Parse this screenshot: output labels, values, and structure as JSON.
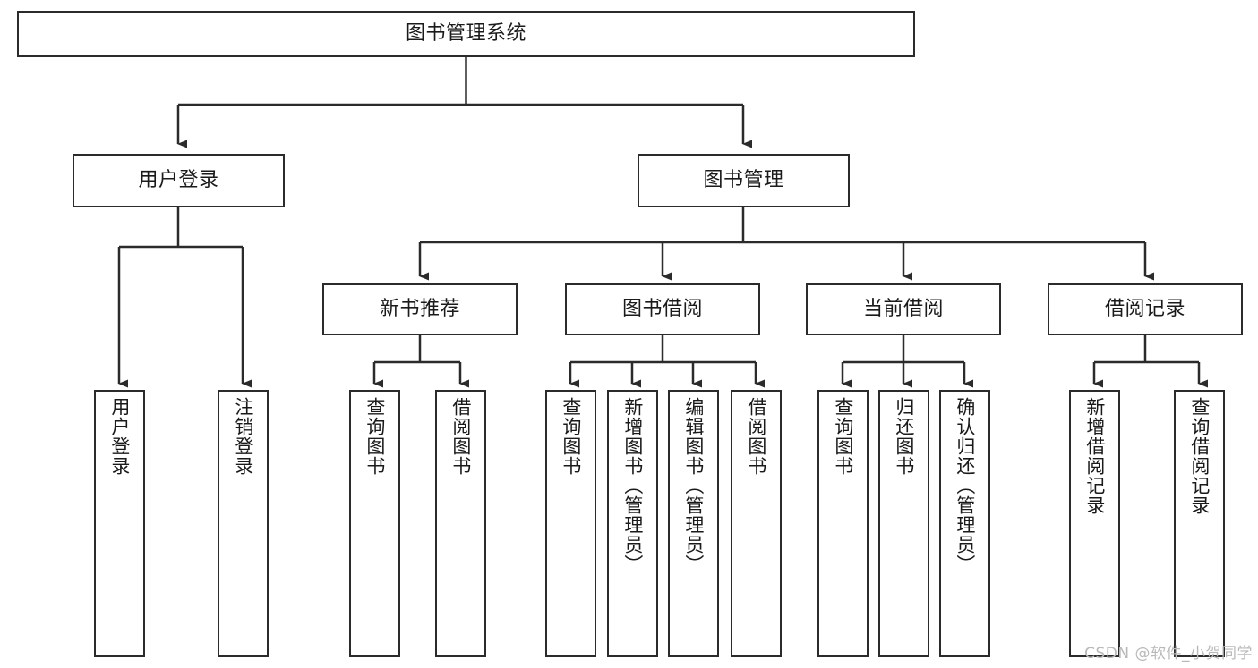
{
  "diagram": {
    "type": "tree",
    "title": "图书管理系统",
    "watermark": "CSDN @软件_小贺同学",
    "colors": {
      "stroke": "#2b2b2b",
      "text": "#1a1a1a",
      "background": "#ffffff",
      "watermark": "#b9b9b9"
    },
    "nodes": {
      "root": {
        "label": "图书管理系统",
        "level": 0,
        "orientation": "horizontal"
      },
      "l1": [
        {
          "id": "user-login",
          "label": "用户登录",
          "orientation": "horizontal"
        },
        {
          "id": "book-manage",
          "label": "图书管理",
          "orientation": "horizontal"
        }
      ],
      "l2": [
        {
          "id": "new-book-recommend",
          "label": "新书推荐",
          "orientation": "horizontal",
          "parent": "book-manage"
        },
        {
          "id": "book-borrow",
          "label": "图书借阅",
          "orientation": "horizontal",
          "parent": "book-manage"
        },
        {
          "id": "current-borrow",
          "label": "当前借阅",
          "orientation": "horizontal",
          "parent": "book-manage"
        },
        {
          "id": "borrow-record",
          "label": "借阅记录",
          "orientation": "horizontal",
          "parent": "book-manage"
        }
      ],
      "leaves": [
        {
          "id": "leaf-user-login",
          "label": "用户登录",
          "parent": "user-login",
          "orientation": "vertical"
        },
        {
          "id": "leaf-logout-login",
          "label": "注销登录",
          "parent": "user-login",
          "orientation": "vertical"
        },
        {
          "id": "leaf-query-book-1",
          "label": "查询图书",
          "parent": "new-book-recommend",
          "orientation": "vertical"
        },
        {
          "id": "leaf-borrow-book-1",
          "label": "借阅图书",
          "parent": "new-book-recommend",
          "orientation": "vertical"
        },
        {
          "id": "leaf-query-book-2",
          "label": "查询图书",
          "parent": "book-borrow",
          "orientation": "vertical"
        },
        {
          "id": "leaf-add-book",
          "label": "新增图书（管理员）",
          "parent": "book-borrow",
          "orientation": "vertical"
        },
        {
          "id": "leaf-edit-book",
          "label": "编辑图书（管理员）",
          "parent": "book-borrow",
          "orientation": "vertical"
        },
        {
          "id": "leaf-borrow-book-2",
          "label": "借阅图书",
          "parent": "book-borrow",
          "orientation": "vertical"
        },
        {
          "id": "leaf-query-book-3",
          "label": "查询图书",
          "parent": "current-borrow",
          "orientation": "vertical"
        },
        {
          "id": "leaf-return-book",
          "label": "归还图书",
          "parent": "current-borrow",
          "orientation": "vertical"
        },
        {
          "id": "leaf-confirm-return",
          "label": "确认归还（管理员）",
          "parent": "current-borrow",
          "orientation": "vertical"
        },
        {
          "id": "leaf-add-record",
          "label": "新增借阅记录",
          "parent": "borrow-record",
          "orientation": "vertical"
        },
        {
          "id": "leaf-query-record",
          "label": "查询借阅记录",
          "parent": "borrow-record",
          "orientation": "vertical"
        }
      ]
    }
  }
}
